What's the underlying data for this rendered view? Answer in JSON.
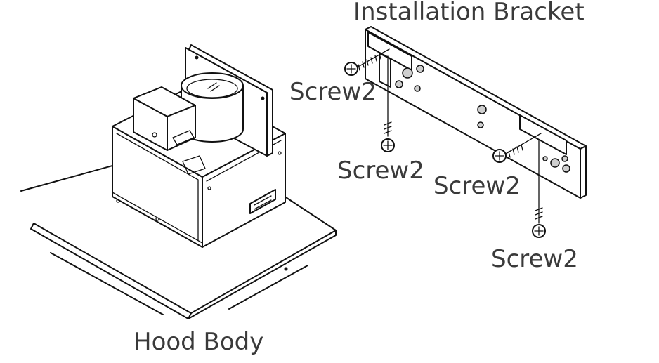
{
  "labels": {
    "installation_bracket": "Installation Bracket",
    "hood_body": "Hood Body",
    "screw_top_left": "Screw2",
    "screw_bottom_left": "Screw2",
    "screw_middle": "Screw2",
    "screw_bottom_right": "Screw2"
  },
  "colors": {
    "label_text": "#3a3a3a",
    "line_art": "#111111",
    "background": "#ffffff"
  }
}
